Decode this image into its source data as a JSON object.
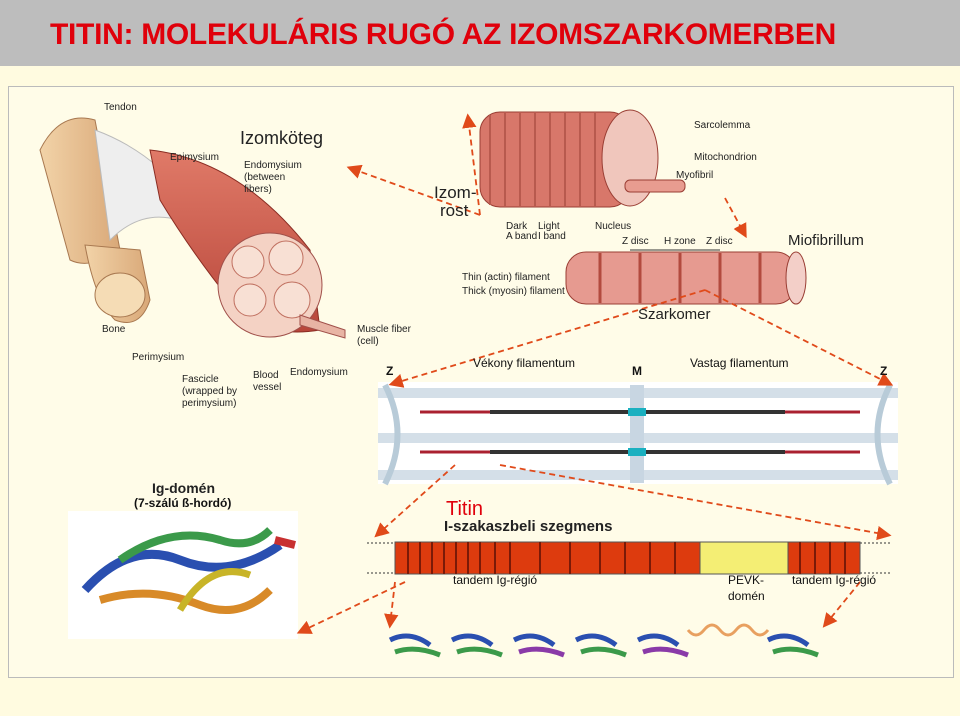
{
  "title": "TITIN: MOLEKULÁRIS RUGÓ AZ IZOMSZARKOMERBEN",
  "labels": {
    "izomkoteg": "Izomköteg",
    "izomrost_1": "Izom-",
    "izomrost_2": "rost",
    "miofibrillum": "Miofibrillum",
    "szarkomer": "Szarkomer",
    "z_left": "Z",
    "z_right": "Z",
    "m_line": "M",
    "thin": "Vékony filamentum",
    "thick": "Vastag filamentum",
    "ig_domain": "Ig-domén",
    "ig_domain_sub": "(7-szálú ß-hordó)",
    "titin": "Titin",
    "i_segment": "I-szakaszbeli szegmens",
    "tandem_left": "tandem Ig-régió",
    "pevk_1": "PEVK-",
    "pevk_2": "domén",
    "tandem_right": "tandem Ig-régió"
  },
  "anatomy_labels": {
    "tendon": "Tendon",
    "epimysium": "Epimysium",
    "endomysium_between_1": "Endomysium",
    "endomysium_between_2": "(between",
    "endomysium_between_3": "fibers)",
    "bone": "Bone",
    "perimysium": "Perimysium",
    "fascicle_1": "Fascicle",
    "fascicle_2": "(wrapped by",
    "fascicle_3": "perimysium)",
    "blood_1": "Blood",
    "blood_2": "vessel",
    "endomysium": "Endomysium",
    "muscle_fiber_1": "Muscle fiber",
    "muscle_fiber_2": "(cell)",
    "sarcolemma": "Sarcolemma",
    "mitochondrion": "Mitochondrion",
    "myofibril": "Myofibril",
    "dark_1": "Dark",
    "dark_2": "A band",
    "light_1": "Light",
    "light_2": "I band",
    "nucleus": "Nucleus",
    "z_disc_1": "Z disc",
    "h_zone": "H zone",
    "z_disc_2": "Z disc",
    "thin_actin": "Thin (actin) filament",
    "thick_myosin": "Thick (myosin) filament"
  },
  "colors": {
    "title": "#e0000b",
    "titin": "#e0000b",
    "arrow": "#e04a1a",
    "muscle": "#c8584a",
    "pevk": "#f4ee74",
    "ig_bar": "#dd3b0e"
  }
}
